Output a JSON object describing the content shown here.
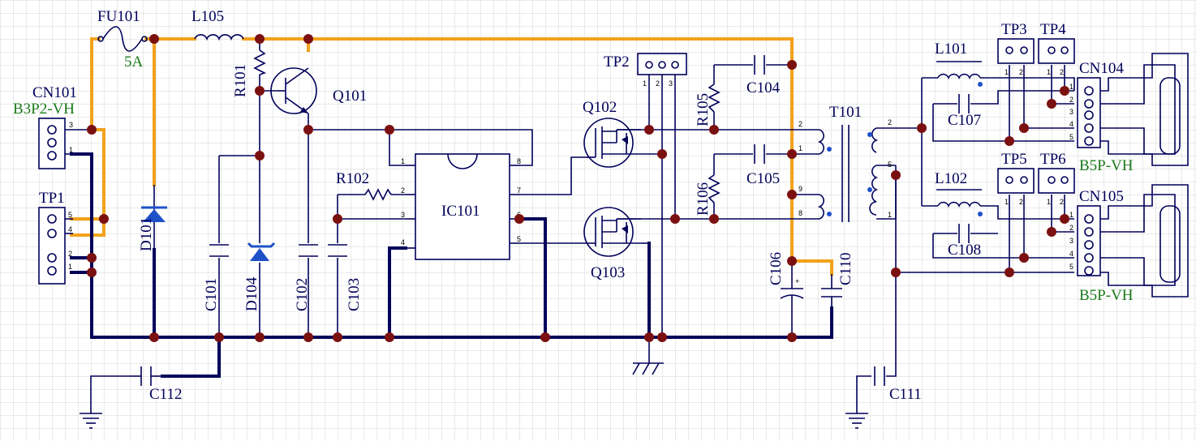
{
  "colors": {
    "power_trace": "#f2a21c",
    "ground_trace": "#00005a",
    "node": "#7b1010",
    "grid": "#d6d6d6",
    "label": "#00005a",
    "value": "#1a7a1a"
  },
  "labels": {
    "fu101": "FU101",
    "fu101_value": "5A",
    "l105": "L105",
    "r101": "R101",
    "q101": "Q101",
    "cn101": "CN101",
    "cn101_type": "B3P2-VH",
    "tp1": "TP1",
    "d101": "D101",
    "c101": "C101",
    "d104": "D104",
    "c102": "C102",
    "c103": "C103",
    "r102": "R102",
    "ic101": "IC101",
    "tp2": "TP2",
    "q102": "Q102",
    "q103": "Q103",
    "r105": "R105",
    "r106": "R106",
    "c104": "C104",
    "c105": "C105",
    "c106": "C106",
    "c110": "C110",
    "t101": "T101",
    "c112": "C112",
    "c111": "C111",
    "l101": "L101",
    "l102": "L102",
    "c107": "C107",
    "c108": "C108",
    "tp3": "TP3",
    "tp4": "TP4",
    "tp5": "TP5",
    "tp6": "TP6",
    "cn104": "CN104",
    "cn105": "CN105",
    "cn104_type": "B5P-VH",
    "cn105_type": "B5P-VH"
  },
  "pins": {
    "cn101": [
      "3",
      "1"
    ],
    "tp1": [
      "5",
      "4",
      "2",
      "1"
    ],
    "tp2": [
      "1",
      "2",
      "3"
    ],
    "ic_left": [
      "1",
      "2",
      "3",
      "4"
    ],
    "ic_right": [
      "8",
      "7",
      "6",
      "5"
    ],
    "t101_primary": [
      "2",
      "1",
      "9",
      "8"
    ],
    "t101_secondary": [
      "2",
      "5",
      "1"
    ],
    "tp_pair": [
      "1",
      "2"
    ],
    "cn5": [
      "1",
      "2",
      "3",
      "4",
      "5"
    ],
    "plus": "+"
  }
}
